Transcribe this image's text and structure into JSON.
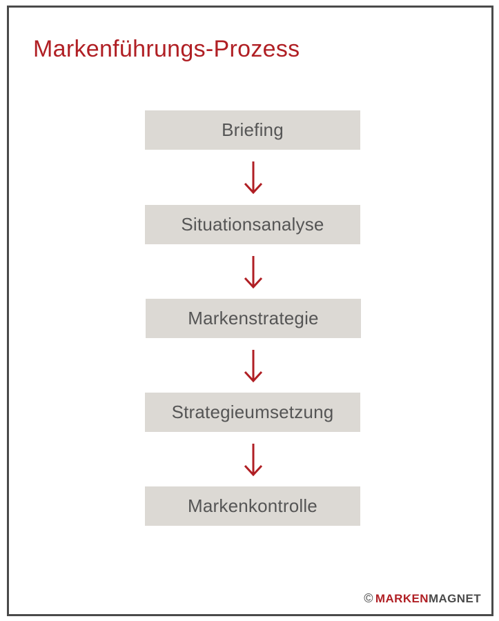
{
  "title": "Markenführungs-Prozess",
  "steps": [
    {
      "label": "Briefing"
    },
    {
      "label": "Situationsanalyse"
    },
    {
      "label": "Markenstrategie"
    },
    {
      "label": "Strategieumsetzung"
    },
    {
      "label": "Markenkontrolle"
    }
  ],
  "footer": {
    "copyright_symbol": "©",
    "brand_part1": "MARKEN",
    "brand_part2": "MAGNET"
  },
  "colors": {
    "accent": "#b01f24",
    "box_fill": "#dcd9d4",
    "box_text": "#555555",
    "frame": "#4a4a4a"
  }
}
